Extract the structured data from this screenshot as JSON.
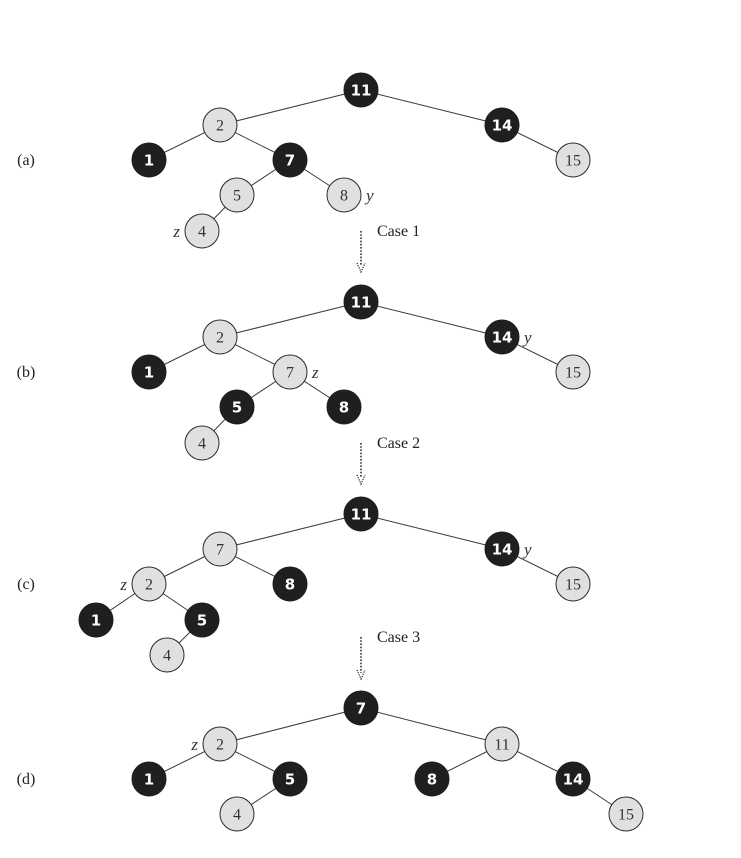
{
  "panels": [
    {
      "label": "(a)",
      "nodes": [
        {
          "id": "n11",
          "key": "11",
          "color": "black"
        },
        {
          "id": "n2",
          "key": "2",
          "color": "red"
        },
        {
          "id": "n14",
          "key": "14",
          "color": "black"
        },
        {
          "id": "n1",
          "key": "1",
          "color": "black"
        },
        {
          "id": "n7",
          "key": "7",
          "color": "black"
        },
        {
          "id": "n15",
          "key": "15",
          "color": "red"
        },
        {
          "id": "n5",
          "key": "5",
          "color": "red"
        },
        {
          "id": "n8",
          "key": "8",
          "color": "red"
        },
        {
          "id": "n4",
          "key": "4",
          "color": "red"
        }
      ],
      "edges": [
        [
          "n11",
          "n2"
        ],
        [
          "n11",
          "n14"
        ],
        [
          "n2",
          "n1"
        ],
        [
          "n2",
          "n7"
        ],
        [
          "n14",
          "n15"
        ],
        [
          "n7",
          "n5"
        ],
        [
          "n7",
          "n8"
        ],
        [
          "n5",
          "n4"
        ]
      ],
      "tags": [
        {
          "node": "n8",
          "text": "y",
          "side": "right"
        },
        {
          "node": "n4",
          "text": "z",
          "side": "left"
        }
      ]
    },
    {
      "label": "(b)",
      "nodes": [
        {
          "id": "n11",
          "key": "11",
          "color": "black"
        },
        {
          "id": "n2",
          "key": "2",
          "color": "red"
        },
        {
          "id": "n14",
          "key": "14",
          "color": "black"
        },
        {
          "id": "n1",
          "key": "1",
          "color": "black"
        },
        {
          "id": "n7",
          "key": "7",
          "color": "red"
        },
        {
          "id": "n15",
          "key": "15",
          "color": "red"
        },
        {
          "id": "n5",
          "key": "5",
          "color": "black"
        },
        {
          "id": "n8",
          "key": "8",
          "color": "black"
        },
        {
          "id": "n4",
          "key": "4",
          "color": "red"
        }
      ],
      "edges": [
        [
          "n11",
          "n2"
        ],
        [
          "n11",
          "n14"
        ],
        [
          "n2",
          "n1"
        ],
        [
          "n2",
          "n7"
        ],
        [
          "n14",
          "n15"
        ],
        [
          "n7",
          "n5"
        ],
        [
          "n7",
          "n8"
        ],
        [
          "n5",
          "n4"
        ]
      ],
      "tags": [
        {
          "node": "n14",
          "text": "y",
          "side": "right"
        },
        {
          "node": "n7",
          "text": "z",
          "side": "right"
        }
      ]
    },
    {
      "label": "(c)",
      "nodes": [
        {
          "id": "n11",
          "key": "11",
          "color": "black"
        },
        {
          "id": "n7",
          "key": "7",
          "color": "red"
        },
        {
          "id": "n14",
          "key": "14",
          "color": "black"
        },
        {
          "id": "n2",
          "key": "2",
          "color": "red"
        },
        {
          "id": "n8",
          "key": "8",
          "color": "black"
        },
        {
          "id": "n15",
          "key": "15",
          "color": "red"
        },
        {
          "id": "n1",
          "key": "1",
          "color": "black"
        },
        {
          "id": "n5",
          "key": "5",
          "color": "black"
        },
        {
          "id": "n4",
          "key": "4",
          "color": "red"
        }
      ],
      "edges": [
        [
          "n11",
          "n7"
        ],
        [
          "n11",
          "n14"
        ],
        [
          "n7",
          "n2"
        ],
        [
          "n7",
          "n8"
        ],
        [
          "n14",
          "n15"
        ],
        [
          "n2",
          "n1"
        ],
        [
          "n2",
          "n5"
        ],
        [
          "n5",
          "n4"
        ]
      ],
      "tags": [
        {
          "node": "n14",
          "text": "y",
          "side": "right"
        },
        {
          "node": "n2",
          "text": "z",
          "side": "left"
        }
      ]
    },
    {
      "label": "(d)",
      "nodes": [
        {
          "id": "n7",
          "key": "7",
          "color": "black"
        },
        {
          "id": "n2",
          "key": "2",
          "color": "red"
        },
        {
          "id": "n11",
          "key": "11",
          "color": "red"
        },
        {
          "id": "n1",
          "key": "1",
          "color": "black"
        },
        {
          "id": "n5",
          "key": "5",
          "color": "black"
        },
        {
          "id": "n8",
          "key": "8",
          "color": "black"
        },
        {
          "id": "n14",
          "key": "14",
          "color": "black"
        },
        {
          "id": "n4",
          "key": "4",
          "color": "red"
        },
        {
          "id": "n15",
          "key": "15",
          "color": "red"
        }
      ],
      "edges": [
        [
          "n7",
          "n2"
        ],
        [
          "n7",
          "n11"
        ],
        [
          "n2",
          "n1"
        ],
        [
          "n2",
          "n5"
        ],
        [
          "n11",
          "n8"
        ],
        [
          "n11",
          "n14"
        ],
        [
          "n5",
          "n4"
        ],
        [
          "n14",
          "n15"
        ]
      ],
      "tags": [
        {
          "node": "n2",
          "text": "z",
          "side": "left"
        }
      ]
    }
  ],
  "cases": [
    {
      "label": "Case 1"
    },
    {
      "label": "Case 2"
    },
    {
      "label": "Case 3"
    }
  ]
}
